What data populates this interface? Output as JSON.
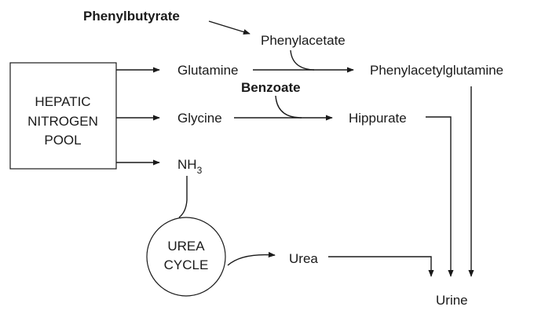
{
  "nodes": {
    "phenylbutyrate": "Phenylbutyrate",
    "phenylacetate": "Phenylacetate",
    "hepatic_pool_lines": [
      "HEPATIC",
      "NITROGEN",
      "POOL"
    ],
    "glutamine": "Glutamine",
    "phenylacetylglutamine": "Phenylacetylglutamine",
    "benzoate": "Benzoate",
    "glycine": "Glycine",
    "hippurate": "Hippurate",
    "nh3_base": "NH",
    "nh3_subscript": "3",
    "urea_cycle_lines": [
      "UREA",
      "CYCLE"
    ],
    "urea": "Urea",
    "urine": "Urine"
  },
  "colors": {
    "ink": "#1a1a1a",
    "background": "#ffffff"
  }
}
